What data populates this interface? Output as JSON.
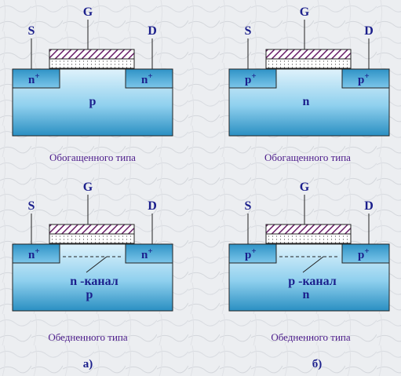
{
  "terminals": {
    "source": "S",
    "gate": "G",
    "drain": "D"
  },
  "devices": [
    {
      "id": "a-enh",
      "contact_base": "n",
      "contact_sup": "+",
      "substrate": "p",
      "channel": "",
      "caption": "Обогащенного типа"
    },
    {
      "id": "b-enh",
      "contact_base": "p",
      "contact_sup": "+",
      "substrate": "n",
      "channel": "",
      "caption": "Обогащенного типа"
    },
    {
      "id": "a-dep",
      "contact_base": "n",
      "contact_sup": "+",
      "substrate": "p",
      "channel": "n -канал",
      "caption": "Обедненного типа"
    },
    {
      "id": "b-dep",
      "contact_base": "p",
      "contact_sup": "+",
      "substrate": "n",
      "channel": "p -канал",
      "caption": "Обедненного типа"
    }
  ],
  "column_labels": {
    "left": "а)",
    "right": "б)"
  },
  "colors": {
    "substrate_top": "#dff2fb",
    "substrate_bottom": "#2a8fc2",
    "gate_hatch": "#6a1f6a",
    "text": "#1b1f8c",
    "caption": "#4b1b8a",
    "outline": "#222222"
  }
}
